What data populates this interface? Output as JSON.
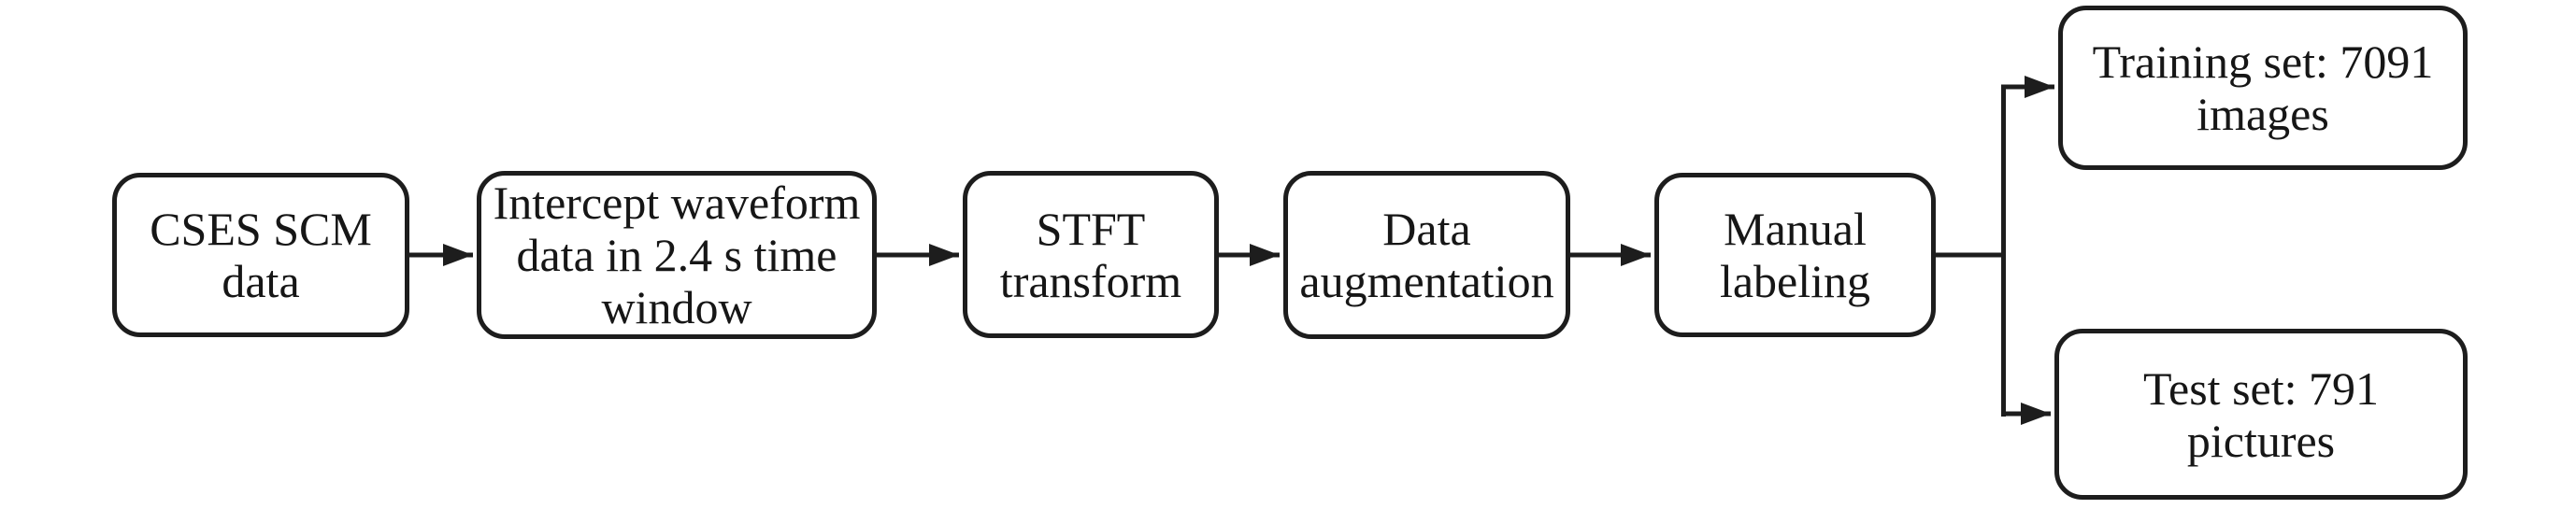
{
  "canvas": {
    "background": "#ffffff",
    "stroke_color": "#1d1d1d",
    "text_color": "#161616"
  },
  "nodes": [
    {
      "id": "cses-scm-data",
      "label": "CSES SCM\ndata"
    },
    {
      "id": "intercept-waveform",
      "label": "Intercept waveform\ndata in 2.4 s time\nwindow"
    },
    {
      "id": "stft-transform",
      "label": "STFT\ntransform"
    },
    {
      "id": "data-augmentation",
      "label": "Data\naugmentation"
    },
    {
      "id": "manual-labeling",
      "label": "Manual\nlabeling"
    },
    {
      "id": "training-set",
      "label": "Training set: 7091\nimages"
    },
    {
      "id": "test-set",
      "label": "Test set: 791\npictures"
    }
  ],
  "edges": [
    {
      "from": "cses-scm-data",
      "to": "intercept-waveform"
    },
    {
      "from": "intercept-waveform",
      "to": "stft-transform"
    },
    {
      "from": "stft-transform",
      "to": "data-augmentation"
    },
    {
      "from": "data-augmentation",
      "to": "manual-labeling"
    },
    {
      "from": "manual-labeling",
      "to": "training-set"
    },
    {
      "from": "manual-labeling",
      "to": "test-set"
    }
  ]
}
